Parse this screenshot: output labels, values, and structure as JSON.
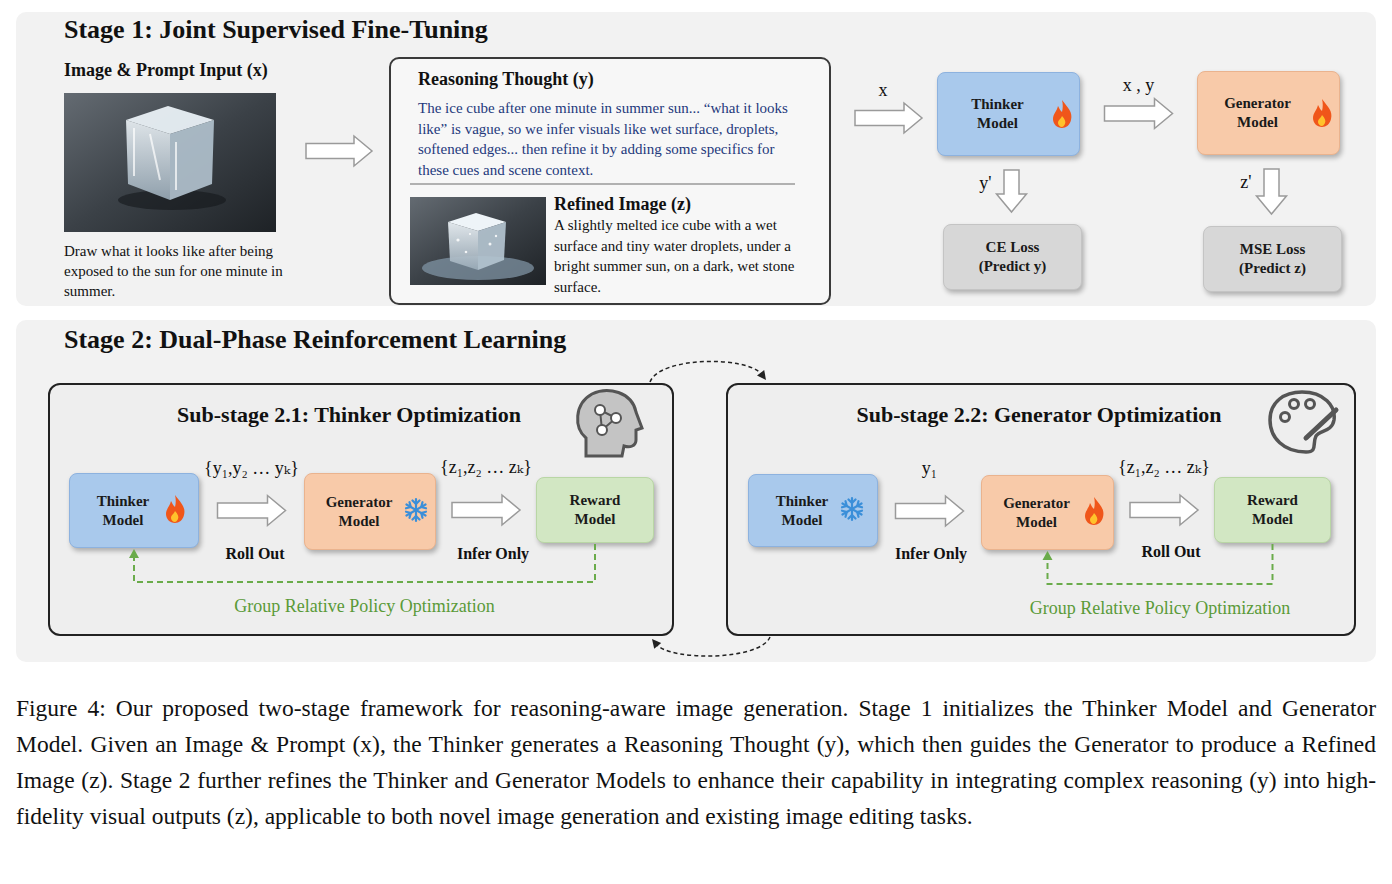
{
  "diagram": {
    "caption": "Figure 4: Our proposed two-stage framework for reasoning-aware image generation. Stage 1 initializes the Thinker Model and Generator Model. Given an Image & Prompt (x), the Thinker generates a Reasoning Thought (y), which then guides the Generator to produce a Refined Image (z). Stage 2 further refines the Thinker and Generator Models to enhance their capability in integrating complex reasoning (y) into high-fidelity visual outputs (z), applicable to both novel image generation and existing image editing tasks.",
    "nodes": [
      {
        "text": [
          "Stage 1: Joint Supervised Fine-Tuning"
        ]
      },
      {
        "text": [
          "Reasoning Thought (y)",
          "The ice cube after one minute in summer sun... “what it looks like” is vague, so we infer visuals like wet surface, droplets, softened edges... then refine it by adding some specifics for these cues and scene context.",
          "Refined Image (z)",
          "A slightly melted ice cube with a wet surface and tiny water droplets, under a bright summer sun, on a dark, wet stone surface."
        ],
        "in": 0
      },
      {
        "text": [
          "Thinker Model"
        ],
        "in": 0
      },
      {
        "text": [
          "Generator Model"
        ],
        "in": 0
      },
      {
        "text": [
          "CE Loss (Predict y)"
        ],
        "in": 0
      },
      {
        "text": [
          "MSE Loss (Predict z)"
        ],
        "in": 0
      },
      {
        "text": [
          "Stage 2: Dual-Phase Reinforcement Learning"
        ]
      },
      {
        "text": [
          "Sub-stage 2.1: Thinker Optimization"
        ],
        "in": 6
      },
      {
        "text": [
          "Thinker Model"
        ],
        "in": 7
      },
      {
        "text": [
          "Generator Model"
        ],
        "in": 7
      },
      {
        "text": [
          "Reward Model"
        ],
        "in": 7
      },
      {
        "text": [
          "Sub-stage 2.2: Generator Optimization"
        ],
        "in": 6
      },
      {
        "text": [
          "Thinker Model"
        ],
        "in": 11
      },
      {
        "text": [
          "Generator Model"
        ],
        "in": 11
      },
      {
        "text": [
          "Reward Model"
        ],
        "in": 11
      }
    ],
    "edges": [
      {
        "from": 2,
        "to": 3,
        "label": "x , y",
        "arrow": "to"
      },
      {
        "from": 2,
        "to": 4,
        "label": "y'",
        "arrow": "to"
      },
      {
        "from": 3,
        "to": 5,
        "label": "z'",
        "arrow": "to"
      },
      {
        "from": 8,
        "to": 9,
        "label": "{y₁,y₂ … yₖ}",
        "arrow": "to"
      },
      {
        "from": 9,
        "to": 10,
        "label": "{z₁,z₂ … zₖ}",
        "arrow": "to"
      },
      {
        "from": 10,
        "to": 8,
        "label": "Group Relative Policy Optimization",
        "arrow": "to"
      },
      {
        "from": 7,
        "to": 11,
        "arrow": "to"
      },
      {
        "from": 12,
        "to": 13,
        "label": "y₁",
        "arrow": "to"
      },
      {
        "from": 13,
        "to": 14,
        "label": "{z₁,z₂ … zₖ}",
        "arrow": "to"
      },
      {
        "from": 14,
        "to": 13,
        "label": "Group Relative Policy Optimization",
        "arrow": "to"
      },
      {
        "from": 11,
        "to": 7,
        "arrow": "to"
      }
    ],
    "labels": [
      "Image & Prompt Input (x)",
      "Draw what it looks like after being exposed to the sun for one minute in summer.",
      "x",
      "Roll Out",
      "Infer Only",
      "Infer Only",
      "Roll Out"
    ]
  }
}
